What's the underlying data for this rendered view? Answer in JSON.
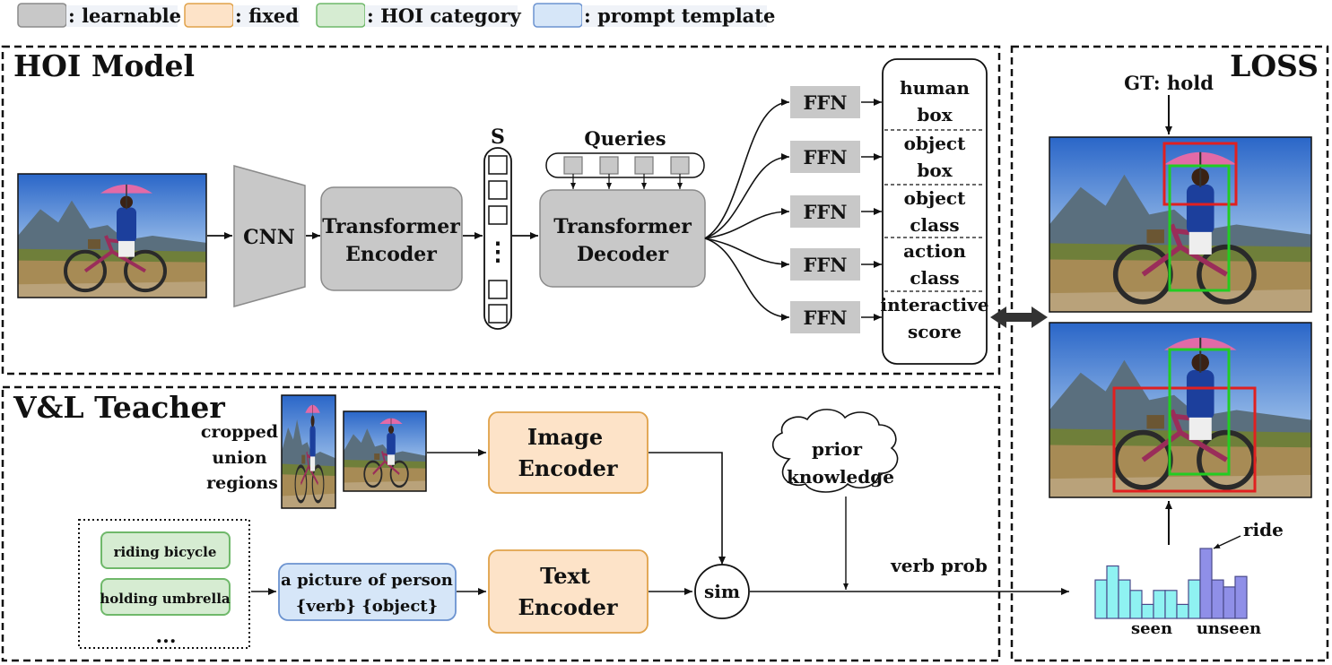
{
  "legend": [
    {
      "swatch": "#c8c8c8",
      "border": "#8a8a8a",
      "label": ": learnable"
    },
    {
      "swatch": "#fde3c8",
      "border": "#e0a24a",
      "label": ": fixed"
    },
    {
      "swatch": "#d6ecd2",
      "border": "#6fb86a",
      "label": ": HOI category"
    },
    {
      "swatch": "#d6e6f8",
      "border": "#6c93d0",
      "label": ": prompt template"
    }
  ],
  "hoi_model": {
    "title": "HOI Model",
    "cnn": "CNN",
    "encoder": [
      "Transformer",
      "Encoder"
    ],
    "s_label": "S",
    "ellipsis": "⋮",
    "queries": "Queries",
    "decoder": [
      "Transformer",
      "Decoder"
    ],
    "ffn": [
      "FFN",
      "FFN",
      "FFN",
      "FFN",
      "FFN"
    ],
    "outputs": [
      [
        "human",
        "box"
      ],
      [
        "object",
        "box"
      ],
      [
        "object",
        "class"
      ],
      [
        "action",
        "class"
      ],
      [
        "interactive",
        "score"
      ]
    ]
  },
  "loss": {
    "title": "LOSS",
    "gt": "GT: hold",
    "ride": "ride",
    "seen": "seen",
    "unseen": "unseen"
  },
  "teacher": {
    "title": "V&L Teacher",
    "cropped": [
      "cropped",
      "union",
      "regions"
    ],
    "image_encoder": [
      "Image",
      "Encoder"
    ],
    "text_encoder": [
      "Text",
      "Encoder"
    ],
    "prior": [
      "prior",
      "knowledge"
    ],
    "categories": [
      "riding bicycle",
      "holding umbrella"
    ],
    "more": "...",
    "prompt": [
      "a picture of person",
      "{verb} {object}"
    ],
    "sim": "sim",
    "verb_prob": "verb prob"
  },
  "chart_data": {
    "type": "bar",
    "title": "",
    "xlabel": "",
    "ylabel": "",
    "ylim": [
      0,
      1
    ],
    "values": [
      0.55,
      0.75,
      0.55,
      0.4,
      0.2,
      0.4,
      0.4,
      0.2,
      0.55,
      1.0,
      0.55,
      0.45,
      0.6
    ],
    "groups": [
      "seen",
      "seen",
      "seen",
      "seen",
      "seen",
      "seen",
      "seen",
      "seen",
      "seen",
      "unseen",
      "unseen",
      "unseen",
      "unseen"
    ],
    "colors": {
      "seen": "#8ff2f2",
      "unseen": "#8f8fe8"
    }
  },
  "colors": {
    "learnable": "#c8c8c8",
    "fixed": "#fde3c8",
    "hoi_category": "#d6ecd2",
    "prompt_template": "#d6e6f8",
    "gt_box": "#e02020",
    "match_box": "#22cc22"
  }
}
